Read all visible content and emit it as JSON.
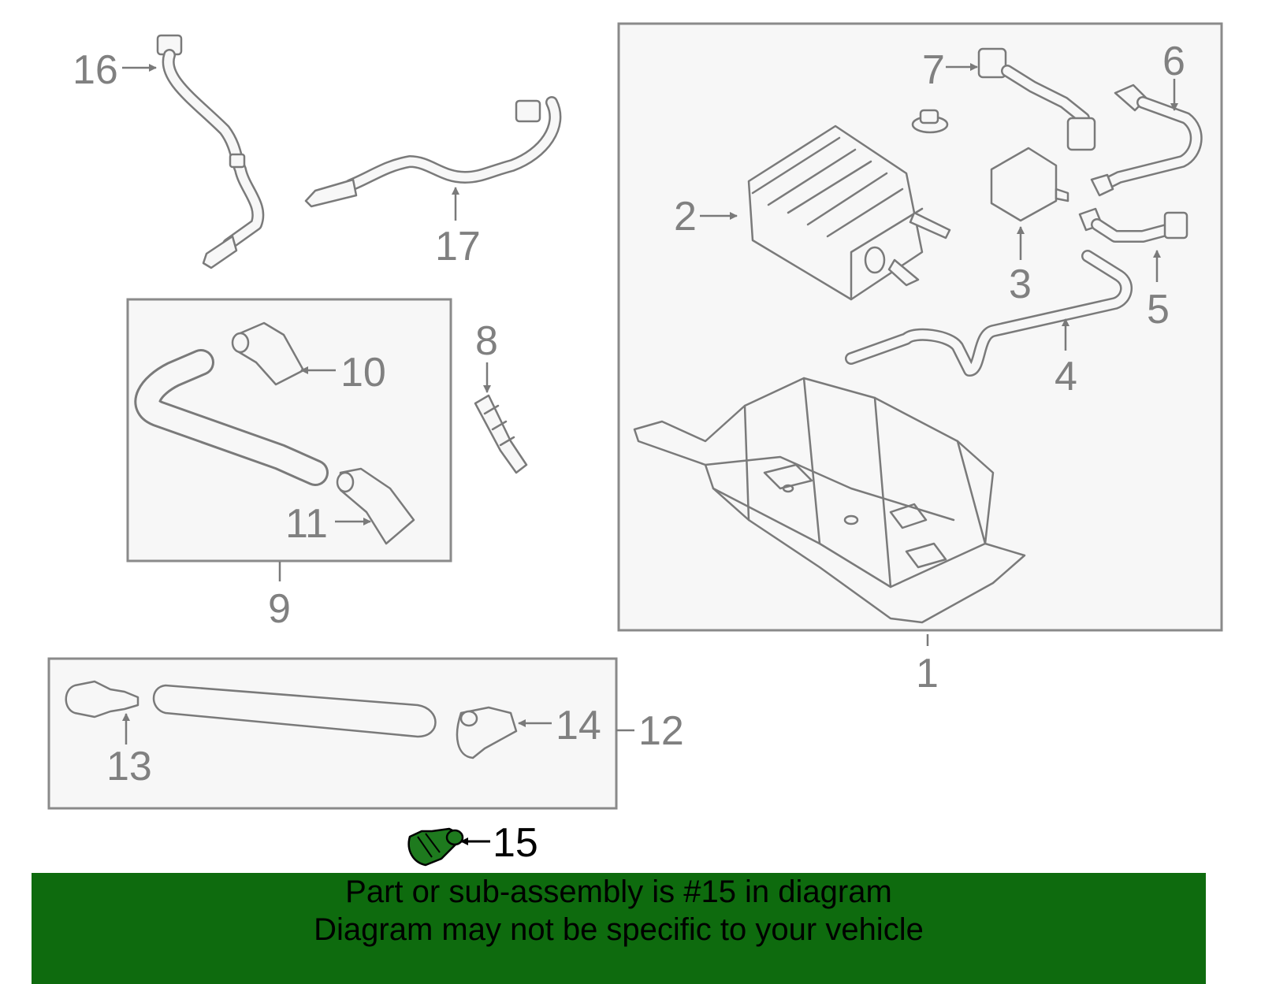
{
  "callouts": {
    "c1": "1",
    "c2": "2",
    "c3": "3",
    "c4": "4",
    "c5": "5",
    "c6": "6",
    "c7": "7",
    "c8": "8",
    "c9": "9",
    "c10": "10",
    "c11": "11",
    "c12": "12",
    "c13": "13",
    "c14": "14",
    "c15": "15",
    "c16": "16",
    "c17": "17"
  },
  "highlight": {
    "part_number": "15",
    "color": "#1e7a1e"
  },
  "banner": {
    "line1": "Part or sub-assembly is #15 in diagram",
    "line2": "Diagram may not be specific to your vehicle",
    "background": "#0e6b0e"
  }
}
